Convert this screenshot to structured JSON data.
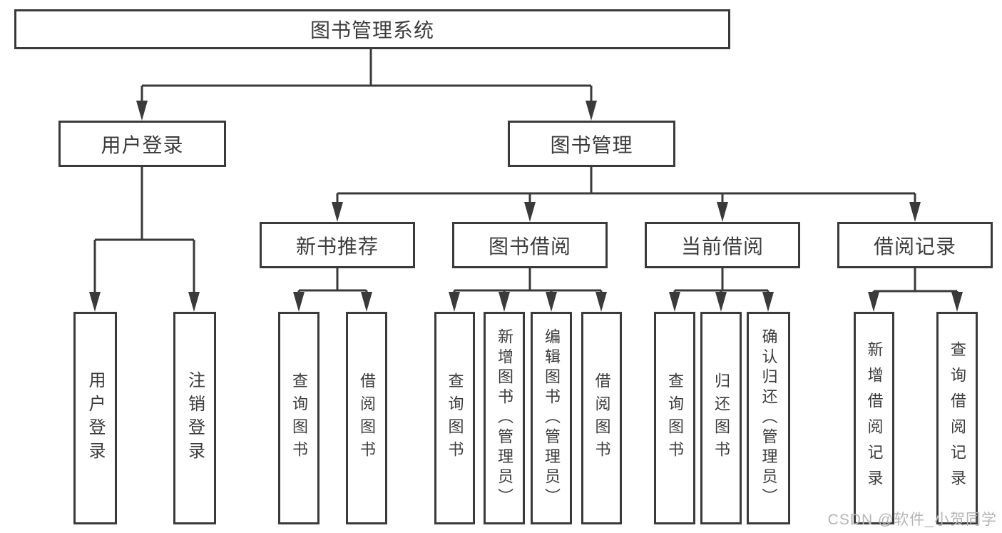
{
  "diagram": {
    "title": "图书管理系统",
    "root": {
      "label": "图书管理系统"
    },
    "level2": {
      "user_login": {
        "label": "用户登录"
      },
      "book_management": {
        "label": "图书管理"
      }
    },
    "level3": {
      "new_book": {
        "label": "新书推荐"
      },
      "book_borrow": {
        "label": "图书借阅"
      },
      "current_borrow": {
        "label": "当前借阅"
      },
      "borrow_record": {
        "label": "借阅记录"
      }
    },
    "leaves": {
      "user_login": [
        "用户登录",
        "注销登录"
      ],
      "new_book": [
        "查询图书",
        "借阅图书"
      ],
      "book_borrow": [
        "查询图书",
        "新增图书（管理员）",
        "编辑图书（管理员）",
        "借阅图书"
      ],
      "current_borrow": [
        "查询图书",
        "归还图书",
        "确认归还（管理员）"
      ],
      "borrow_record": [
        "新增借阅记录",
        "查询借阅记录"
      ]
    }
  },
  "watermark": {
    "text": "CSDN @软件_小贺同学"
  },
  "colors": {
    "line": "#3a3a3a",
    "box_border": "#3a3a3a",
    "text": "#3c3c3c",
    "watermark": "#b5b5b5",
    "background": "#ffffff"
  }
}
